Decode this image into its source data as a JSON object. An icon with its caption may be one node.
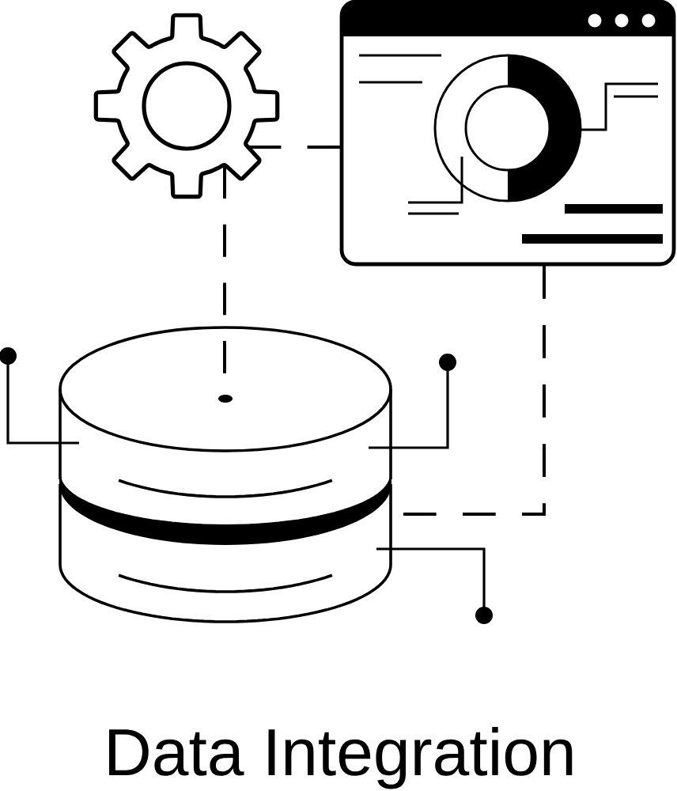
{
  "diagram": {
    "title": "Data Integration",
    "nodes": [
      {
        "text": [],
        "shape": "gear"
      },
      {
        "text": [],
        "shape": "window"
      },
      {
        "text": [],
        "shape": "cylinder"
      }
    ],
    "edges": [
      {
        "from": 0,
        "to": 1,
        "arrow": "none",
        "style": "dashed"
      },
      {
        "from": 0,
        "to": 2,
        "arrow": "none",
        "style": "dashed"
      },
      {
        "from": 1,
        "to": 2,
        "arrow": "none",
        "style": "dashed"
      },
      {
        "from": 2,
        "to": null,
        "arrow": "other"
      },
      {
        "from": 2,
        "to": null,
        "arrow": "other"
      },
      {
        "from": 2,
        "to": null,
        "arrow": "other"
      }
    ]
  }
}
